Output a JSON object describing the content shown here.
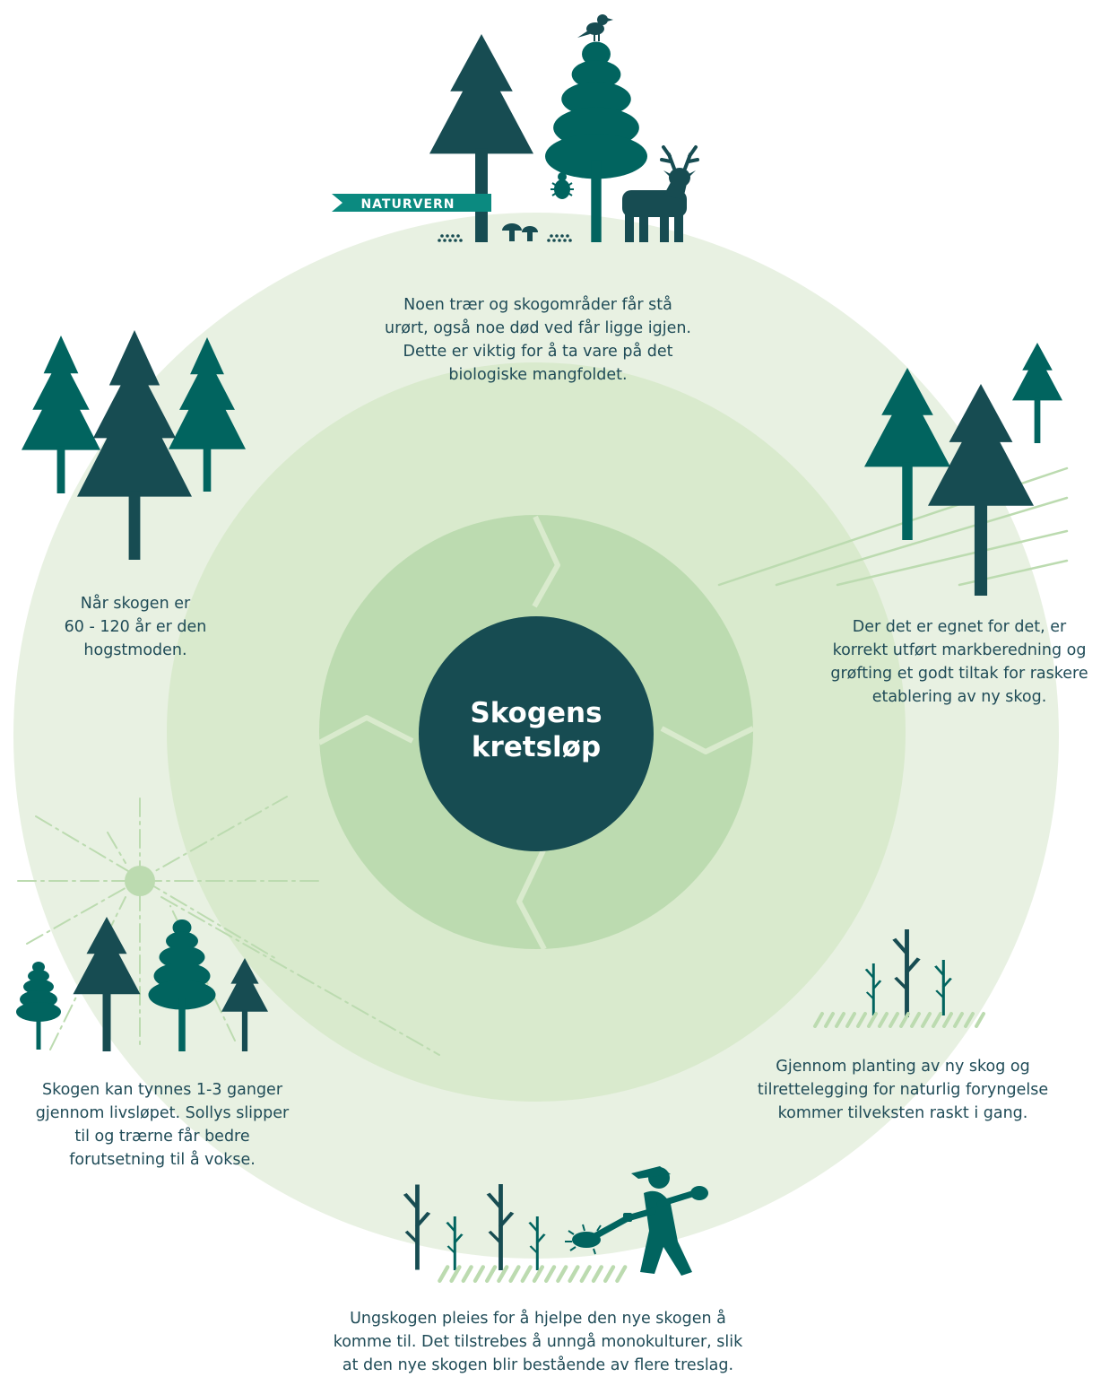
{
  "center": {
    "title_line1": "Skogens",
    "title_line2": "kretsløp"
  },
  "banner": {
    "label": "NATURVERN"
  },
  "captions": {
    "top": "Noen trær og skogområder får stå\nurørt, også noe død ved får ligge igjen.\nDette er viktig for å ta vare på det\nbiologiske mangfoldet.",
    "right": "Der det er egnet for det, er\nkorrekt utført markberedning og\ngrøfting et godt tiltak for raskere\netablering av ny skog.",
    "bottom_right": "Gjennom planting av ny skog og\ntilrettelegging for naturlig foryngelse\nkommer tilveksten raskt i gang.",
    "bottom": "Ungskogen pleies for å hjelpe den nye skogen å\nkomme til. Det tilstrebes å unngå monokulturer, slik\nat den nye skogen blir bestående av flere treslag.",
    "left": "Skogen kan tynnes 1-3 ganger\ngjennom livsløpet. Sollys slipper\ntil og trærne får bedre\nforutsetning til å vokse.",
    "top_left": "Når skogen er\n60 - 120 år er den\nhogstmoden."
  },
  "colors": {
    "outer_ring": "#e8f1e2",
    "middle_ring": "#d9eacd",
    "inner_segments": "#bcdbb0",
    "center_circle": "#174c52",
    "tree_dark": "#174c52",
    "tree_teal": "#01645f",
    "banner": "#0b8a80",
    "sun": "#bcdbb0"
  }
}
